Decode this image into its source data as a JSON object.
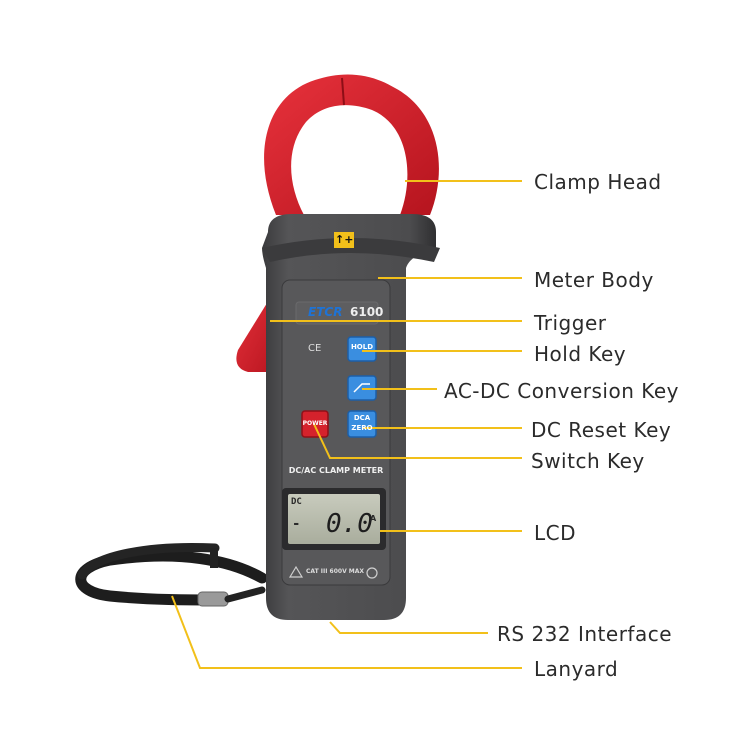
{
  "colors": {
    "leader_line": "#f2c01a",
    "clamp_red": "#d91f2b",
    "body_gray": "#4a4a4c",
    "button_blue": "#3a8ee0",
    "button_red": "#d5222c",
    "lcd_bg": "#b9bcae",
    "brand_blue": "#1e73d6"
  },
  "device": {
    "brand": "ETCR",
    "model": "6100",
    "ce_mark": "CE",
    "hold_key_label": "HOLD",
    "power_key_label": "POWER",
    "zero_key_label_1": "DCA",
    "zero_key_label_2": "ZERO",
    "panel_title": "DC/AC CLAMP METER",
    "lcd_mode": "DC",
    "lcd_sign": "-",
    "lcd_reading": "0.0",
    "lcd_unit": "A",
    "safety_rating": "CAT III 600V MAX",
    "arrow_badge": "↑+"
  },
  "labels": {
    "clamp_head": "Clamp Head",
    "meter_body": "Meter Body",
    "trigger": "Trigger",
    "hold_key": "Hold Key",
    "acdc_key": "AC-DC Conversion Key",
    "dc_reset_key": "DC Reset Key",
    "switch_key": "Switch Key",
    "lcd": "LCD",
    "rs232": "RS 232 Interface",
    "lanyard": "Lanyard"
  }
}
